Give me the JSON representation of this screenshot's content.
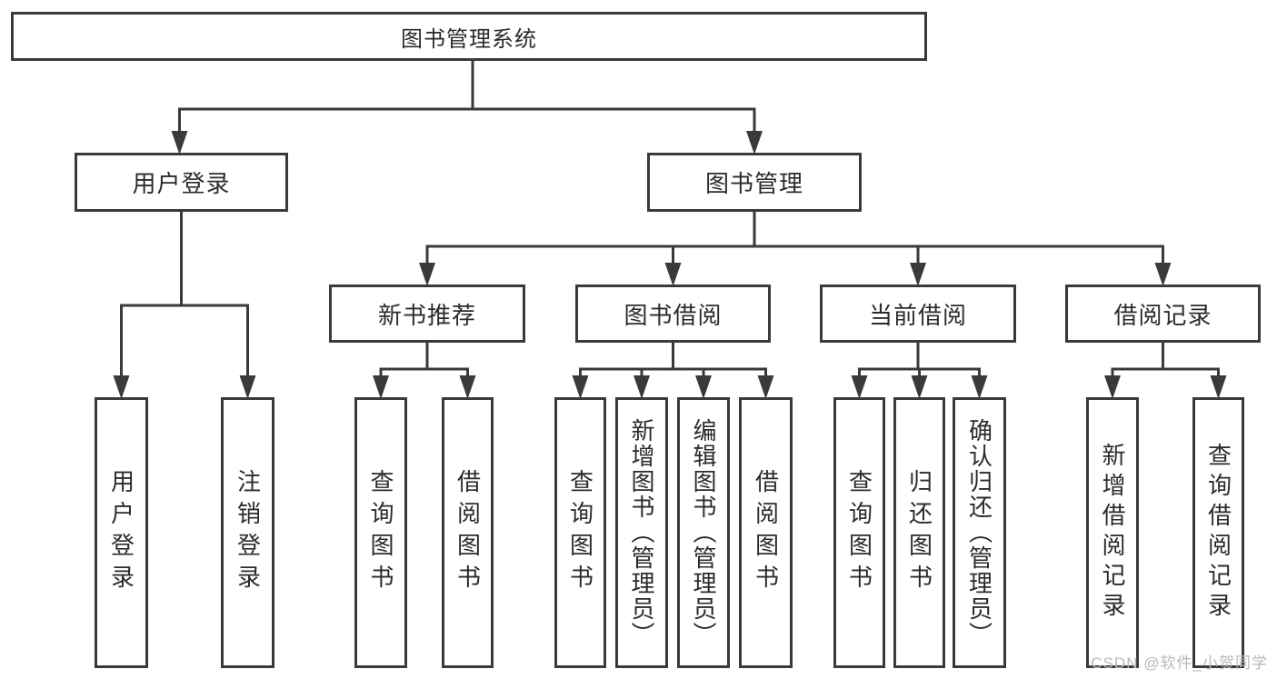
{
  "colors": {
    "line": "#3a3a3a",
    "box_border": "#3a3a3a",
    "text": "#2b2b2b",
    "watermark": "#b9b9b9",
    "background": "#ffffff"
  },
  "root": {
    "label": "图书管理系统"
  },
  "level2": [
    {
      "label": "用户登录"
    },
    {
      "label": "图书管理"
    }
  ],
  "level3": [
    {
      "label": "新书推荐"
    },
    {
      "label": "图书借阅"
    },
    {
      "label": "当前借阅"
    },
    {
      "label": "借阅记录"
    }
  ],
  "leaves": {
    "login": [
      {
        "label": "用户登录"
      },
      {
        "label": "注销登录"
      }
    ],
    "recommend": [
      {
        "label": "查询图书"
      },
      {
        "label": "借阅图书"
      }
    ],
    "borrow": [
      {
        "label": "查询图书"
      },
      {
        "label": "新增图书（管理员）"
      },
      {
        "label": "编辑图书（管理员）"
      },
      {
        "label": "借阅图书"
      }
    ],
    "current": [
      {
        "label": "查询图书"
      },
      {
        "label": "归还图书"
      },
      {
        "label": "确认归还（管理员）"
      }
    ],
    "records": [
      {
        "label": "新增借阅记录"
      },
      {
        "label": "查询借阅记录"
      }
    ]
  },
  "watermark": {
    "text": "CSDN @软件_小贺同学"
  }
}
